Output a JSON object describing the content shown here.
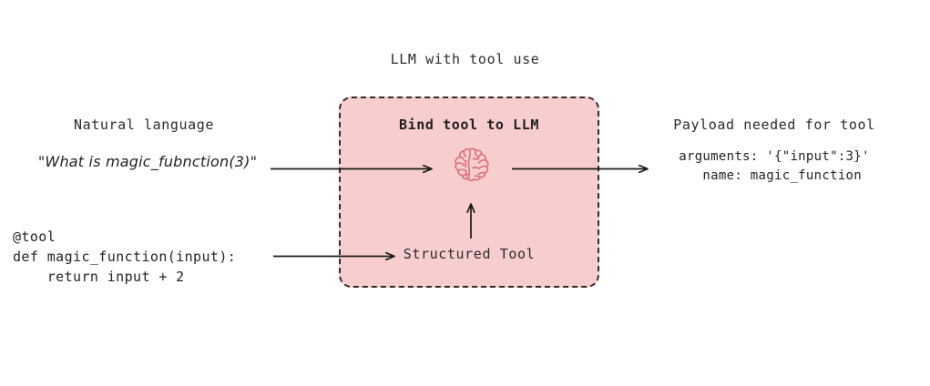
{
  "diagram": {
    "title": "LLM with tool use",
    "type": "flow-diagram"
  },
  "left_column": {
    "heading": "Natural language",
    "utterance": "\"What is magic_fubnction(3)\"",
    "tool_code": "@tool\ndef magic_function(input):\n    return input + 2"
  },
  "center_box": {
    "heading": "Bind tool to LLM",
    "icon": "brain-icon",
    "structured_tool_label": "Structured Tool",
    "fill_color": "#f8cdcd",
    "border_color": "#2d2d2d",
    "border_style": "dashed",
    "brain_stroke_color": "#d9707a"
  },
  "right_column": {
    "heading": "Payload needed for tool",
    "payload": "arguments: '{\"input\":3}'\n  name: magic_function"
  },
  "arrows": [
    {
      "name": "arrow-utterance-to-llm",
      "from": "natural-language-utterance",
      "to": "brain-icon",
      "direction": "right"
    },
    {
      "name": "arrow-llm-to-payload",
      "from": "brain-icon",
      "to": "payload-block",
      "direction": "right"
    },
    {
      "name": "arrow-tool-code-to-structured-tool",
      "from": "tool-code-block",
      "to": "structured-tool-label",
      "direction": "right"
    },
    {
      "name": "arrow-structured-tool-to-brain",
      "from": "structured-tool-label",
      "to": "brain-icon",
      "direction": "up"
    }
  ],
  "colors": {
    "background": "#ffffff",
    "text": "#262626",
    "arrow": "#1a1a1a",
    "panel_fill": "#f8cdcd"
  }
}
